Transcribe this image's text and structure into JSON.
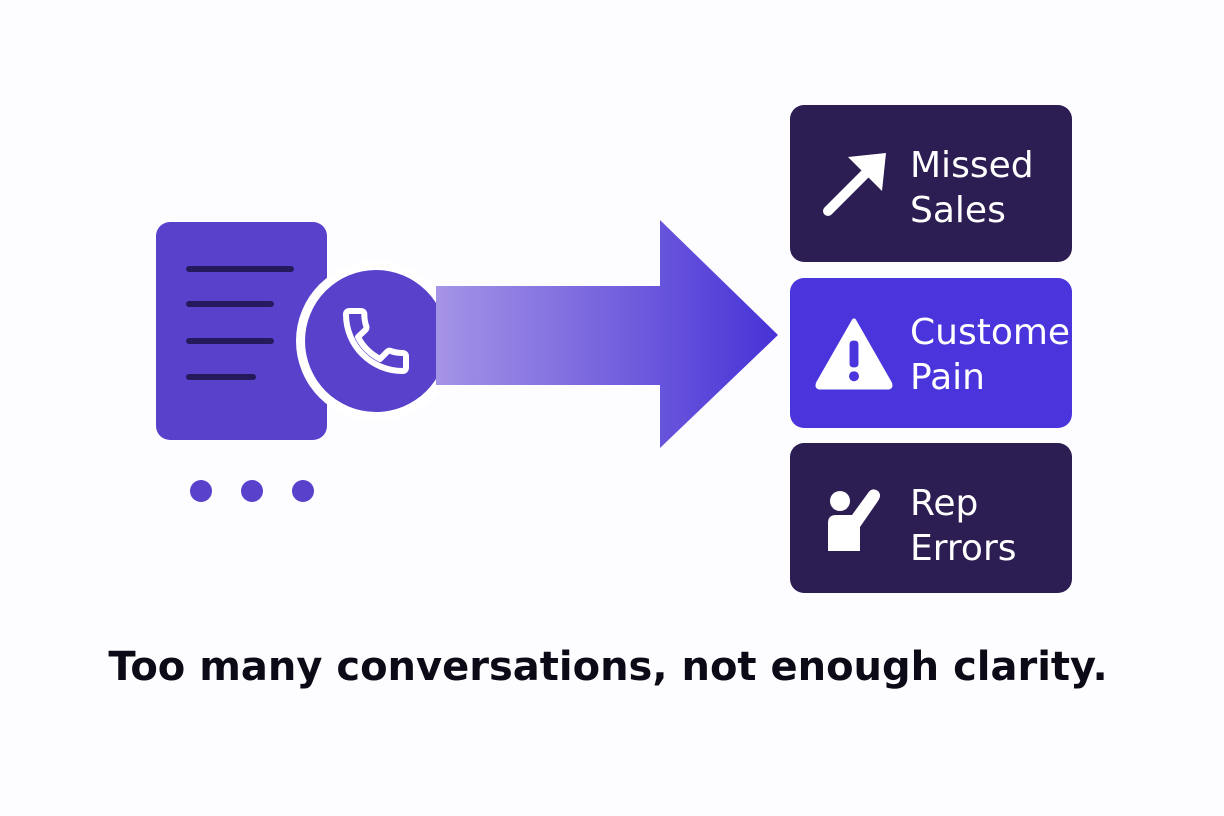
{
  "colors": {
    "background": "#fdfcff",
    "document": "#5a41cc",
    "document_lines": "#241a5c",
    "phone": "#5a41cc",
    "arrow_start": "#a594e6",
    "arrow_end": "#4733d6",
    "card_dark": "#2c1d52",
    "card_highlight": "#4a35dc",
    "text": "#0c0a16"
  },
  "source": {
    "document_icon": "document-icon",
    "phone_icon": "phone-icon",
    "dots_icon": "ellipsis-icon"
  },
  "issues": [
    {
      "icon": "trend-up-arrow-icon",
      "label_line1": "Missed",
      "label_line2": "Sales",
      "style": "dark"
    },
    {
      "icon": "warning-triangle-icon",
      "label_line1": "Customer",
      "label_line2": "Pain",
      "style": "highlight"
    },
    {
      "icon": "raised-hand-person-icon",
      "label_line1": "Rep",
      "label_line2": "Errors",
      "style": "dark"
    }
  ],
  "caption": "Too many conversations, not enough clarity."
}
